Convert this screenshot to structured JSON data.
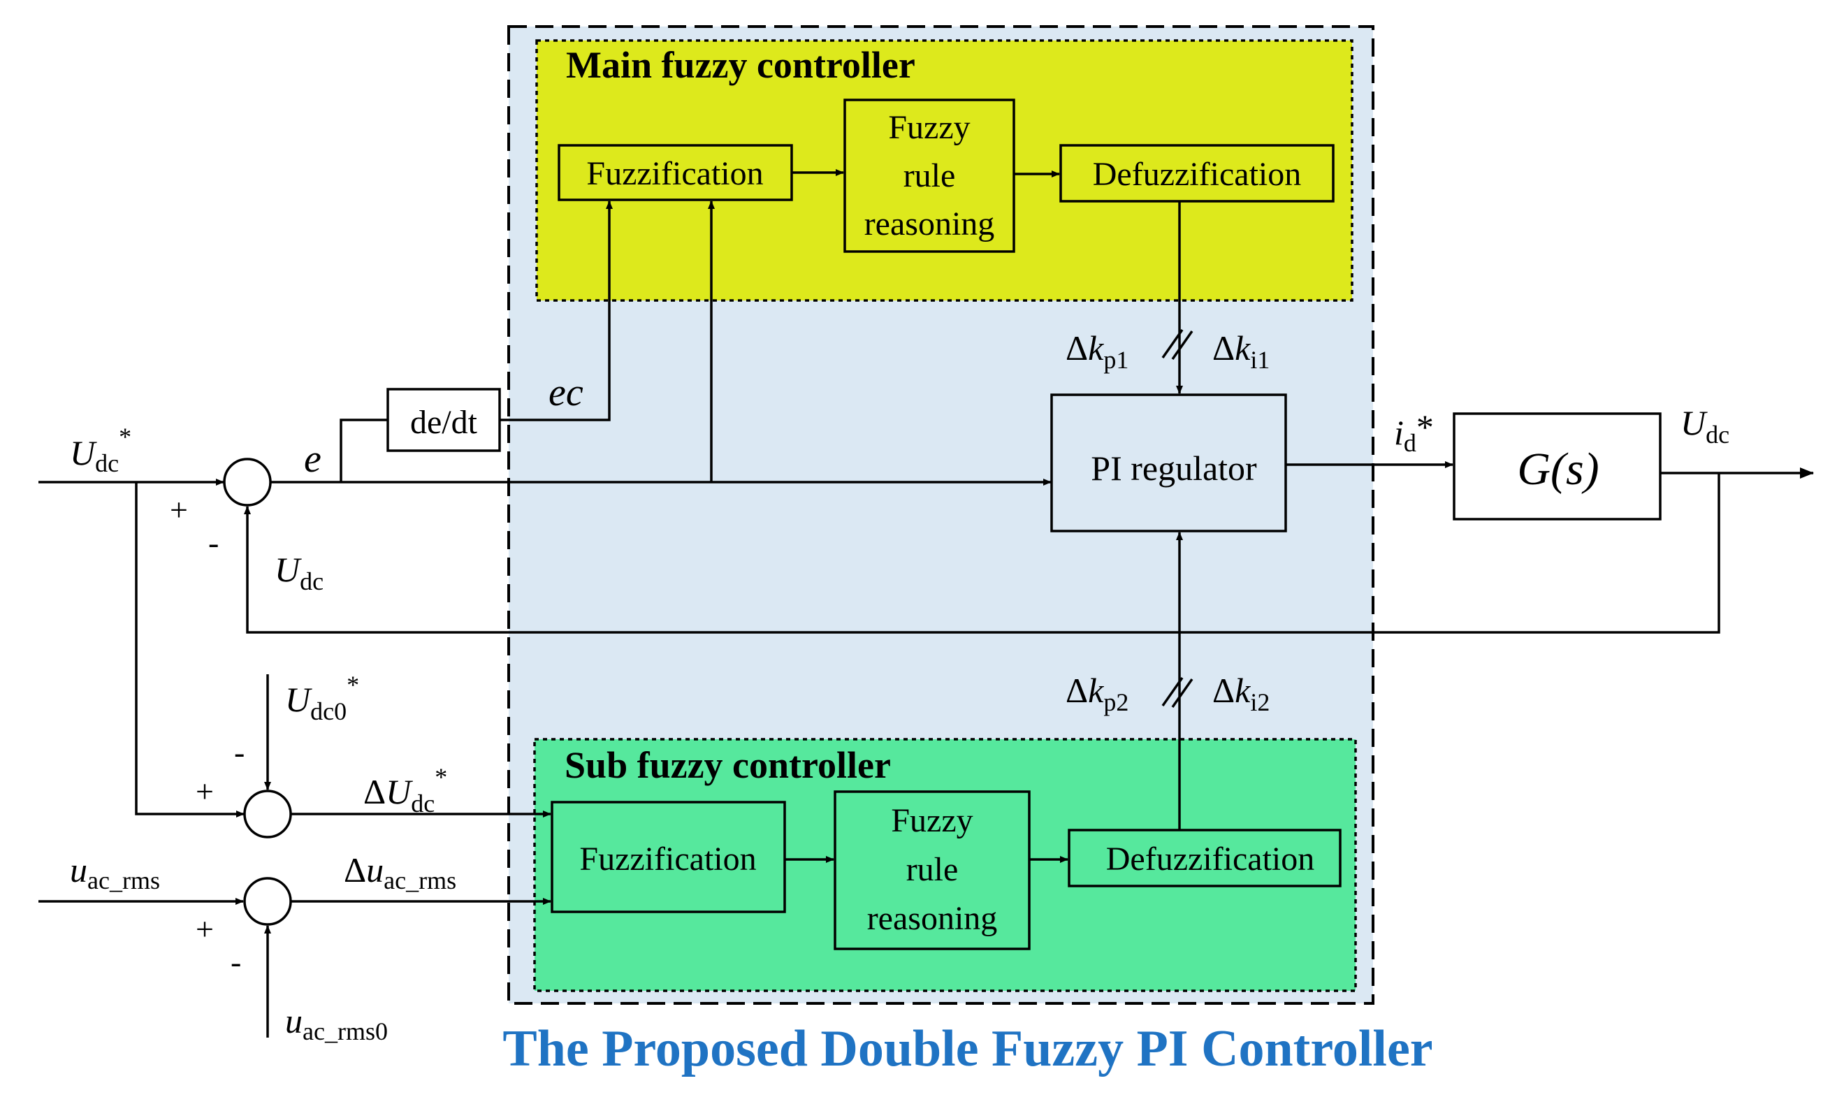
{
  "colors": {
    "controller_region": "#dbe8f3",
    "main_fuzzy_bg": "#dde91c",
    "sub_fuzzy_bg": "#56e89d",
    "caption": "#1f73c3",
    "lines": "#000000"
  },
  "main_controller": {
    "title": "Main fuzzy controller",
    "fuzzification": "Fuzzification",
    "rule_line1": "Fuzzy",
    "rule_line2": "rule",
    "rule_line3": "reasoning",
    "defuzzification": "Defuzzification"
  },
  "sub_controller": {
    "title": "Sub fuzzy controller",
    "fuzzification": "Fuzzification",
    "rule_line1": "Fuzzy",
    "rule_line2": "rule",
    "rule_line3": "reasoning",
    "defuzzification": "Defuzzification"
  },
  "blocks": {
    "derivative": "de/dt",
    "pi": "PI regulator",
    "plant": "G(s)"
  },
  "signals": {
    "ref_main": "U",
    "ref_main_sub": "dc",
    "ref_main_sup": "*",
    "error": "e",
    "error_change": "ec",
    "feedback": "U",
    "feedback_sub": "dc",
    "output": "U",
    "output_sub": "dc",
    "id_ref": "i",
    "id_ref_sub": "d",
    "id_ref_sup": "*",
    "dkp1_delta": "Δ",
    "dkp1": "k",
    "dkp1_sub": "p1",
    "dki1_delta": "Δ",
    "dki1": "k",
    "dki1_sub": "i1",
    "dkp2_delta": "Δ",
    "dkp2": "k",
    "dkp2_sub": "p2",
    "dki2_delta": "Δ",
    "dki2": "k",
    "dki2_sub": "i2",
    "udc0": "U",
    "udc0_sub": "dc0",
    "udc0_sup": "*",
    "delta_udc_delta": "Δ",
    "delta_udc": "U",
    "delta_udc_sub": "dc",
    "delta_udc_sup": "*",
    "uac": "u",
    "uac_sub": "ac_rms",
    "delta_uac_delta": "Δ",
    "delta_uac": "u",
    "delta_uac_sub": "ac_rms",
    "uac0": "u",
    "uac0_sub": "ac_rms0"
  },
  "signs": {
    "plus1": "+",
    "minus1": "-",
    "plus2": "+",
    "minus2": "-",
    "plus3": "+",
    "minus3": "-"
  },
  "caption": "The Proposed Double Fuzzy PI Controller"
}
